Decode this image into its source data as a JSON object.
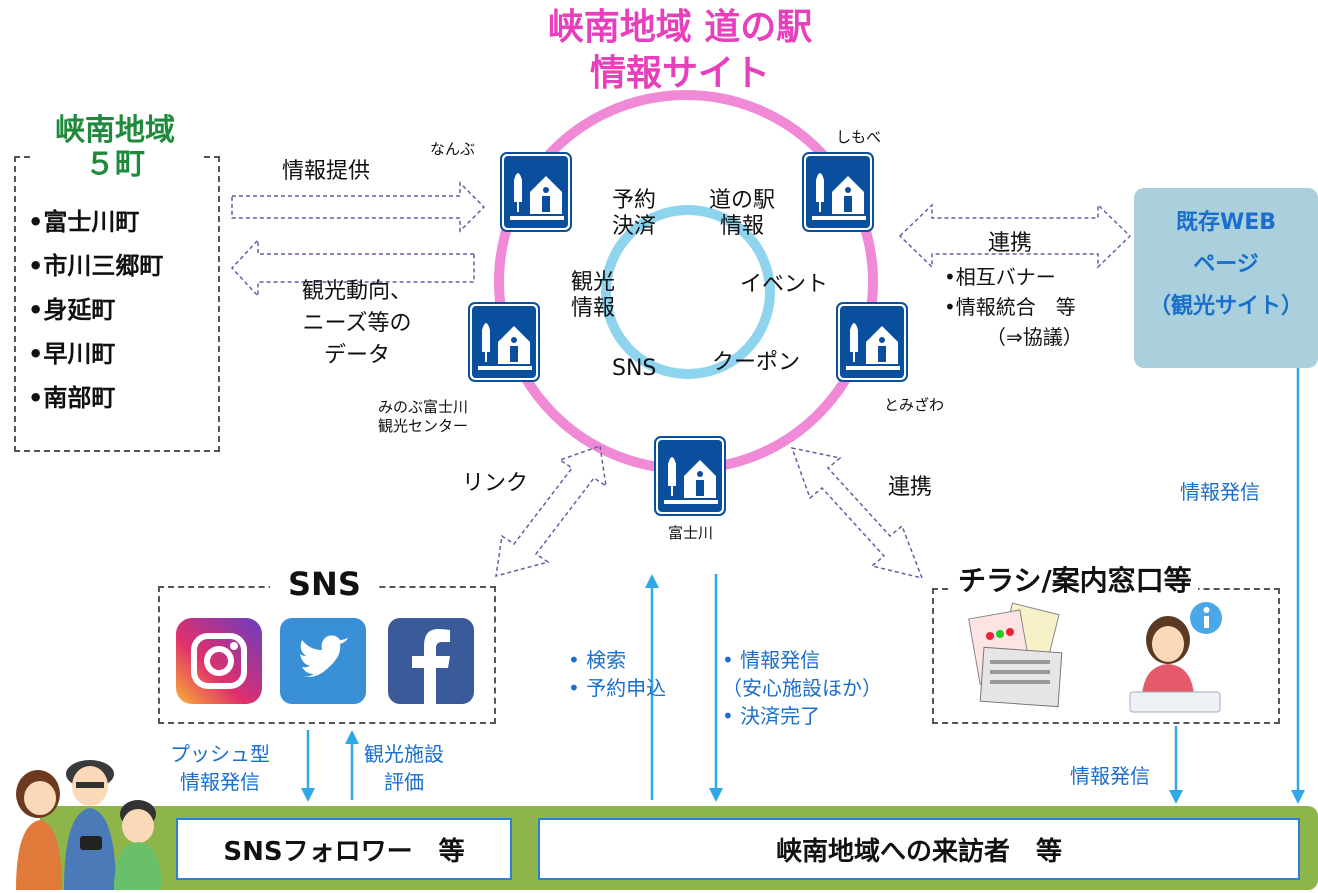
{
  "title": {
    "line1": "峡南地域 道の駅",
    "line2": "情報サイト"
  },
  "towns_box": {
    "title_line1": "峡南地域",
    "title_line2": "５町",
    "towns": [
      "•富士川町",
      "•市川三郷町",
      "•身延町",
      "•早川町",
      "•南部町"
    ]
  },
  "left_arrows": {
    "top_label": "情報提供",
    "bottom_label_lines": [
      "観光動向、",
      "ニーズ等の",
      "データ"
    ]
  },
  "stations": {
    "nanbu": "なんぶ",
    "shimobe": "しもべ",
    "minobu": "みのぶ富士川\n観光センター",
    "minobu_line1": "みのぶ富士川",
    "minobu_line2": "観光センター",
    "tomizawa": "とみざわ",
    "fujikawa": "富士川"
  },
  "circle_items": {
    "yoyaku_line1": "予約",
    "yoyaku_line2": "決済",
    "michi_line1": "道の駅",
    "michi_line2": "情報",
    "kanko_line1": "観光",
    "kanko_line2": "情報",
    "event": "イベント",
    "sns": "SNS",
    "coupon": "クーポン"
  },
  "right_arrow": {
    "label": "連携",
    "notes": [
      "•相互バナー",
      "•情報統合　等",
      "（⇒協議）"
    ]
  },
  "web_box": {
    "line1": "既存WEB",
    "line2": "ページ",
    "line3": "（観光サイト）"
  },
  "info_send_right": "情報発信",
  "link_label": "リンク",
  "renkei_label": "連携",
  "sns_box": {
    "title": "SNS",
    "icons": [
      "instagram-icon",
      "twitter-icon",
      "facebook-icon"
    ]
  },
  "flyer_box": {
    "title": "チラシ/案内窓口等"
  },
  "center_flows": {
    "up_lines": [
      "• 検索",
      "• 予約申込"
    ],
    "down_lines": [
      "• 情報発信",
      "（安心施設ほか）",
      "• 決済完了"
    ]
  },
  "sns_flows": {
    "push_lines": [
      "プッシュ型",
      "情報発信"
    ],
    "eval_lines": [
      "観光施設",
      "評価"
    ]
  },
  "flyer_info_send": "情報発信",
  "bottom": {
    "followers": "SNSフォロワー　等",
    "visitors": "峡南地域への来訪者　等"
  },
  "colors": {
    "title_pink": "#e83fbd",
    "green": "#1f8a3c",
    "accent_blue": "#1a6fcc",
    "bar_green": "#8db54a",
    "station_blue": "#0a4f9e"
  }
}
